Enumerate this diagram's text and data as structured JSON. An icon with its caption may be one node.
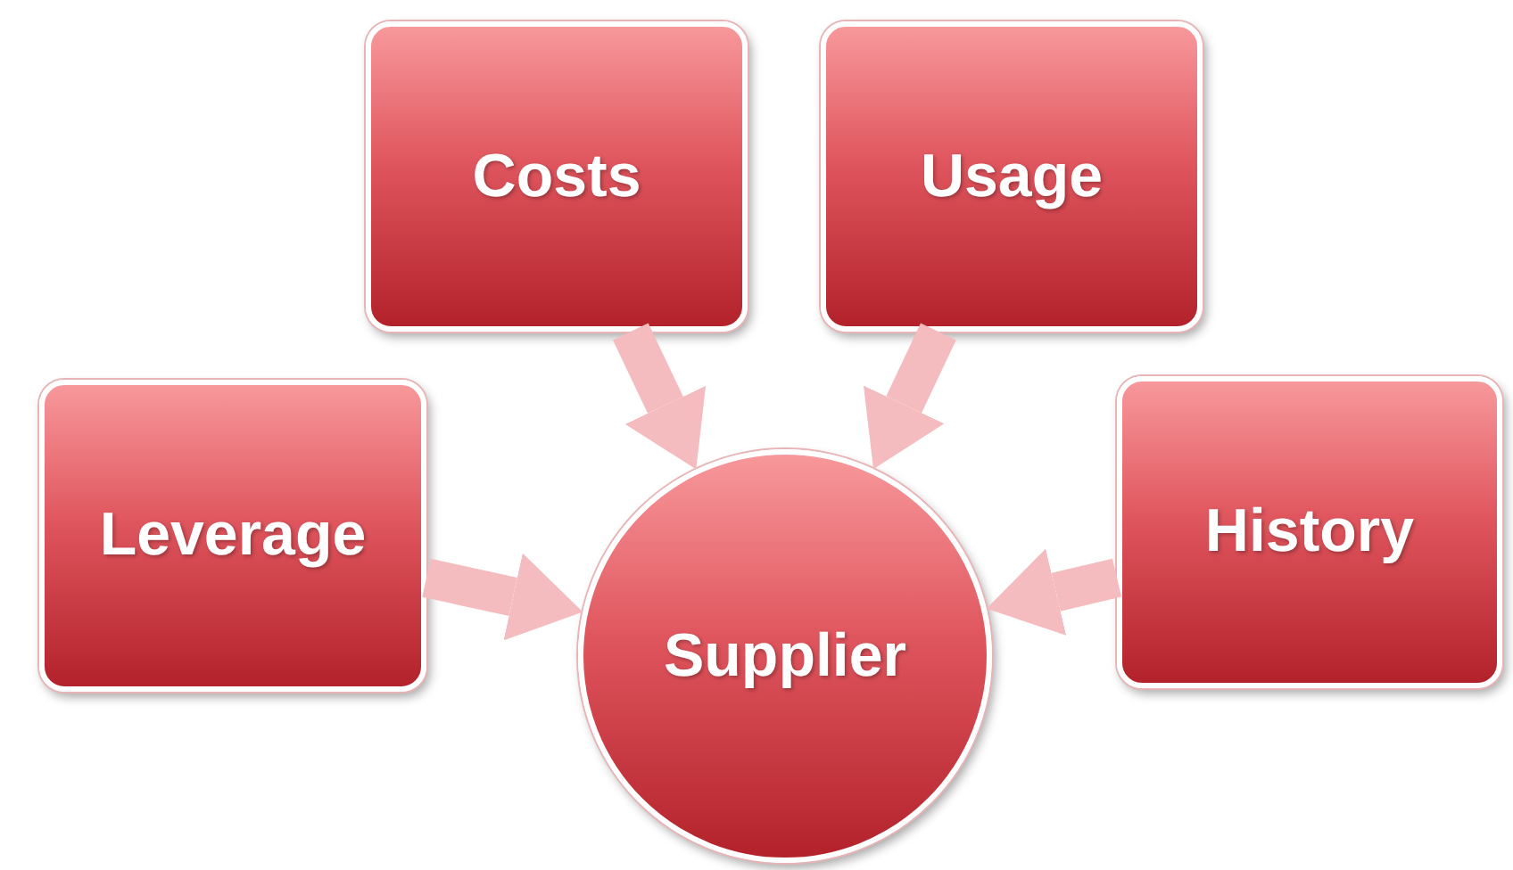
{
  "diagram": {
    "nodes": [
      {
        "text": [
          "Costs"
        ]
      },
      {
        "text": [
          "Usage"
        ]
      },
      {
        "text": [
          "Leverage"
        ]
      },
      {
        "text": [
          "History"
        ]
      },
      {
        "text": [
          "Supplier"
        ]
      }
    ],
    "edges": [
      {
        "from": 0,
        "to": 4,
        "arrow": "to"
      },
      {
        "from": 1,
        "to": 4,
        "arrow": "to"
      },
      {
        "from": 2,
        "to": 4,
        "arrow": "to"
      },
      {
        "from": 3,
        "to": 4,
        "arrow": "to"
      }
    ]
  }
}
